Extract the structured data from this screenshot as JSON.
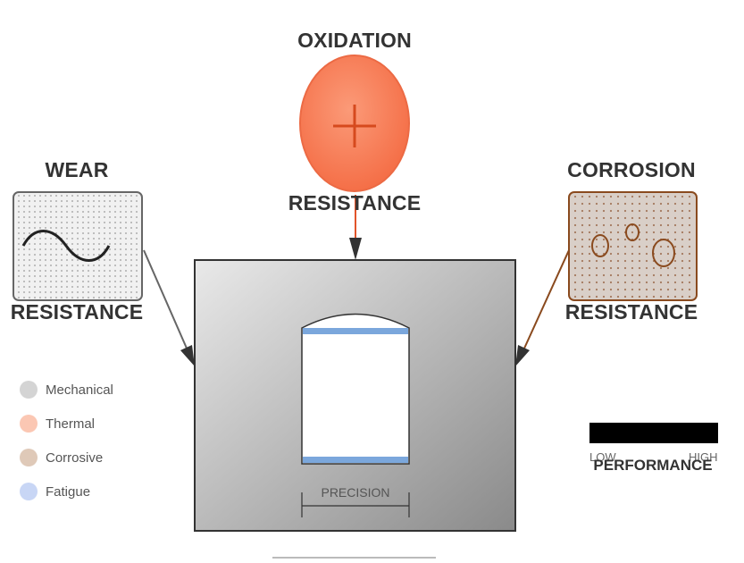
{
  "labels": {
    "oxidation_top": "OXIDATION",
    "oxidation_bottom": "RESISTANCE",
    "wear_top": "WEAR",
    "wear_bottom": "RESISTANCE",
    "corrosion_top": "CORROSION",
    "corrosion_bottom": "RESISTANCE",
    "precision": "PRECISION"
  },
  "legend": [
    {
      "label": "Mechanical",
      "color": "#d4d4d4"
    },
    {
      "label": "Thermal",
      "color": "#fbc7b3"
    },
    {
      "label": "Corrosive",
      "color": "#dfc9b8"
    },
    {
      "label": "Fatigue",
      "color": "#c8d6f5"
    }
  ],
  "performance": {
    "title": "PERFORMANCE",
    "low": "LOW",
    "high": "HIGH"
  },
  "colors": {
    "oxidation_fill": "#f97d5c",
    "oxidation_line": "#e2542a",
    "wear_stroke": "#666666",
    "corrosion_fill": "#d9c8bb",
    "corrosion_line": "#8a4a1e",
    "fatigue_band": "#7ba7dc"
  },
  "icons": {
    "oxidation": "plus-icon",
    "wear": "sine-wave-icon",
    "corrosion": "pits-icon"
  }
}
